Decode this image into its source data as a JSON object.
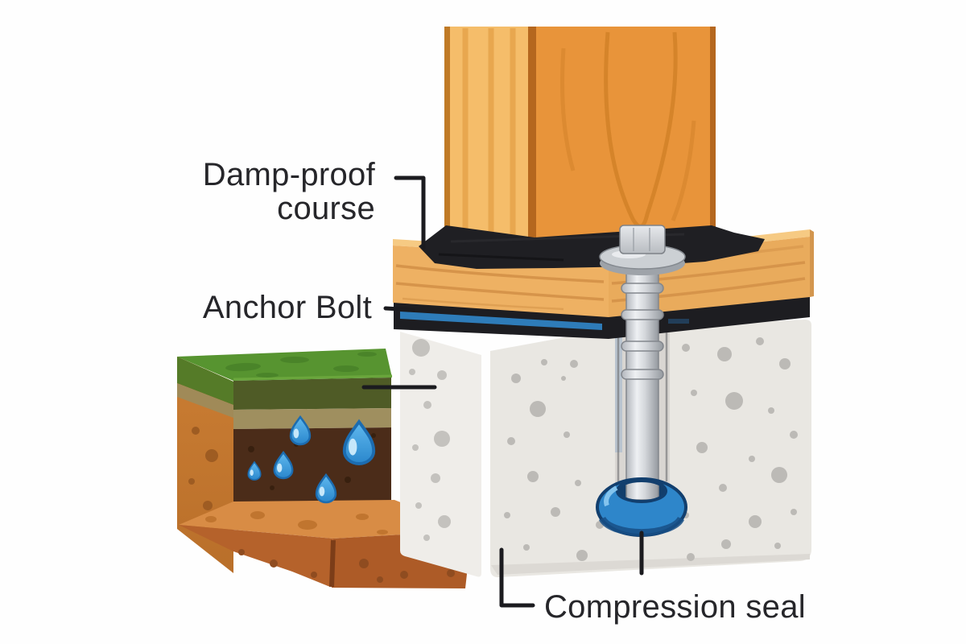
{
  "labels": {
    "damp_proof": {
      "line1": "Damp-proof",
      "line2": "course"
    },
    "anchor_bolt": "Anchor Bolt",
    "compression_seal": "Compression seal"
  },
  "colors": {
    "label_text": "#26262a",
    "leader_line": "#1b1b1f",
    "wood_post": "#e8943a",
    "wood_post_side": "#f5bd6a",
    "sill_plate": "#eeb163",
    "membrane_black": "#1e1e22",
    "membrane_blue": "#2e7cb9",
    "anchor_bolt_metal": "#c9ccd1",
    "compression_seal_blue": "#2e86ca",
    "concrete": "#e9e7e2",
    "grass_green": "#579430",
    "soil_brown": "#4a2b19",
    "clay_orange": "#c87d33",
    "ledge_orange": "#d88c45",
    "water_drop_blue": "#45a7e8"
  }
}
